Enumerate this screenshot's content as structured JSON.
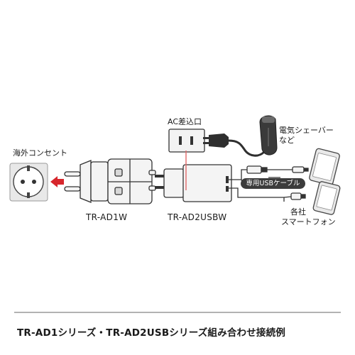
{
  "labels": {
    "wall_outlet": "海外コンセント",
    "ac_socket": "AC差込口",
    "shaver_line1": "電気シェーバー",
    "shaver_line2": "など",
    "usb_cable": "専用USBケーブル",
    "phones_line1": "各社",
    "phones_line2": "スマートフォン",
    "model_plug": "TR-AD1W",
    "model_usb": "TR-AD2USBW"
  },
  "caption": "TR-AD1シリーズ・TR-AD2USBシリーズ組み合わせ接続例",
  "colors": {
    "arrow": "#d7262c",
    "ac_line": "#e06a6a",
    "outline": "#333333",
    "device_fill": "#f2f2f2",
    "outlet_fill": "#e8e8e8",
    "pill_bg": "#3c3c3c",
    "caption_line": "#333333"
  }
}
